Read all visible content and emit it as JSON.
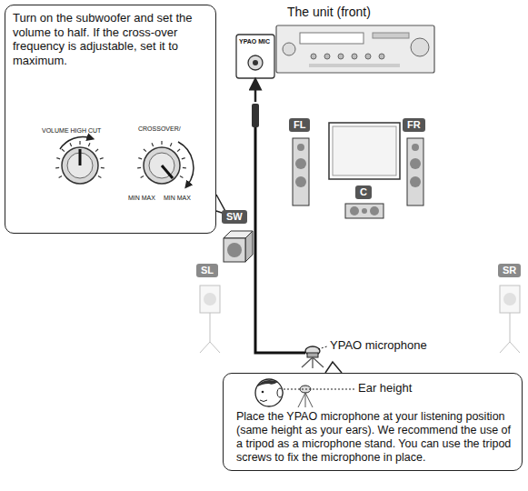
{
  "diagram": {
    "nodes": [
      {
        "text": [
          "Turn on the subwoofer and set the volume to half. If the cross-over frequency is adjustable, set it to maximum."
        ]
      },
      {
        "text": [
          "FL"
        ]
      },
      {
        "text": [
          "FR"
        ]
      },
      {
        "text": [
          "C"
        ]
      },
      {
        "text": [
          "SW"
        ]
      },
      {
        "text": [
          "SL"
        ]
      },
      {
        "text": [
          "SR"
        ]
      },
      {
        "text": [
          "Place the YPAO microphone at your listening position (same height as your ears). We recommend the use of a tripod as a microphone stand. You can use the tripod screws to fix the microphone in place."
        ]
      }
    ],
    "labels": [
      "The unit (front)",
      "YPAO MIC",
      "VOLUME HIGH CUT",
      "CROSSOVER/",
      "MIN MAX",
      "MIN MAX",
      "YPAO microphone",
      "Ear height"
    ]
  }
}
